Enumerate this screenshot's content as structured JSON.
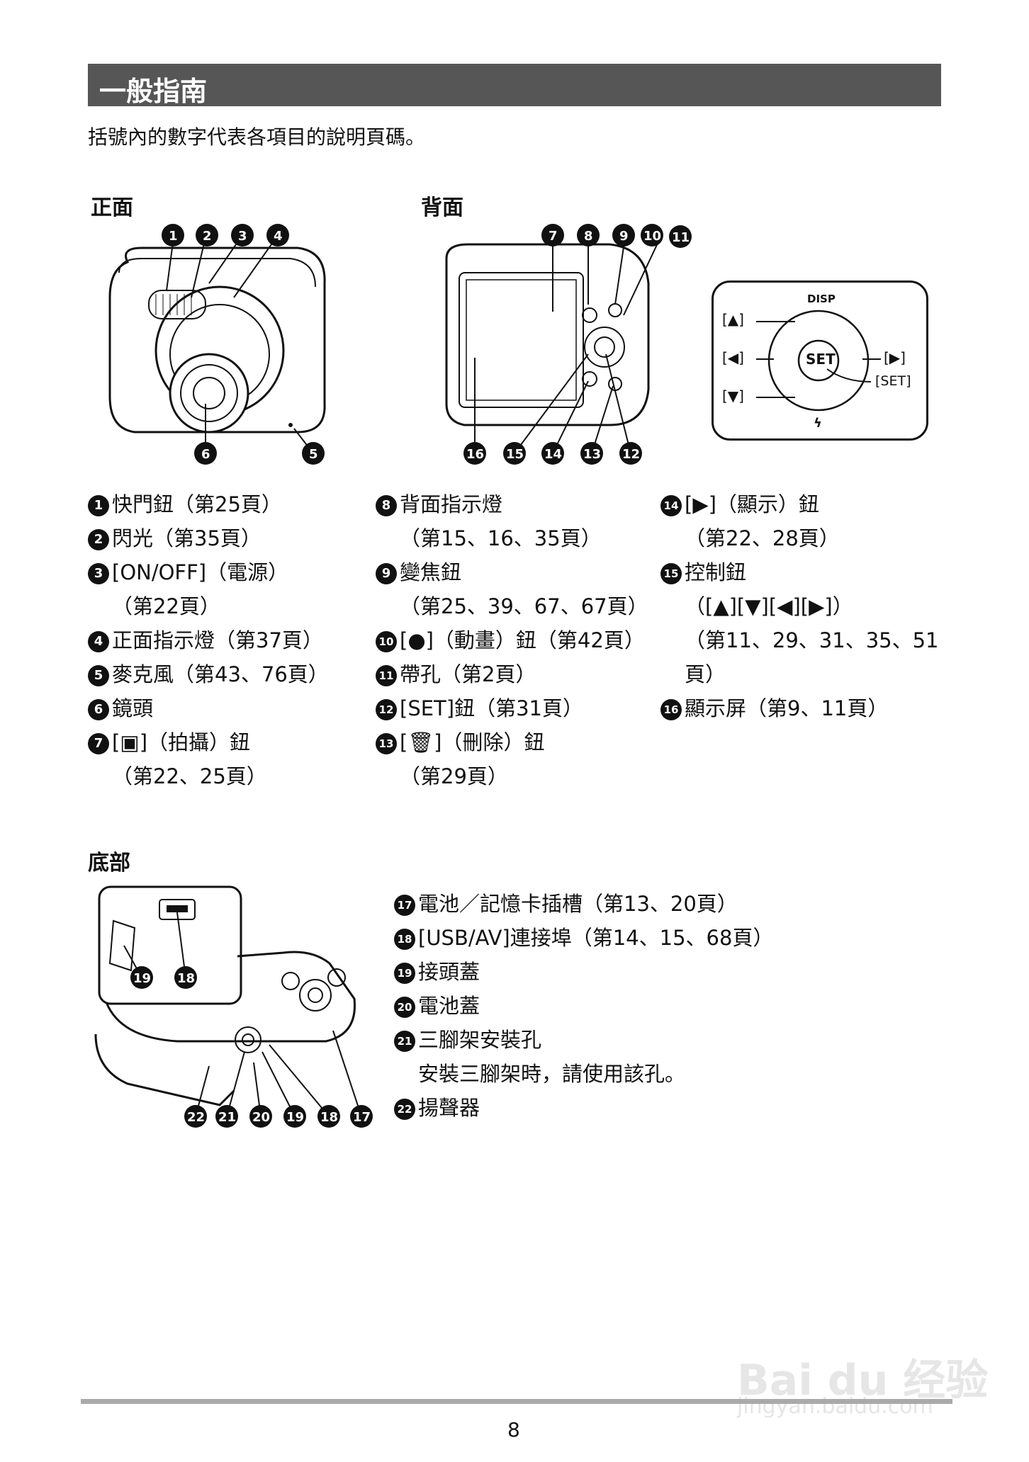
{
  "header": {
    "title": "一般指南"
  },
  "intro": "括號內的數字代表各項目的說明頁碼。",
  "sections": {
    "front": "正面",
    "back": "背面",
    "bottom": "底部"
  },
  "col1": [
    {
      "n": "1",
      "t": "快門鈕（第25頁）"
    },
    {
      "n": "2",
      "t": "閃光（第35頁）"
    },
    {
      "n": "3",
      "t": "[ON/OFF]（電源）"
    },
    {
      "n": "",
      "t": "（第22頁）"
    },
    {
      "n": "4",
      "t": "正面指示燈（第37頁）"
    },
    {
      "n": "5",
      "t": "麥克風（第43、76頁）"
    },
    {
      "n": "6",
      "t": "鏡頭"
    },
    {
      "n": "7",
      "t": "[▣]（拍攝）鈕"
    },
    {
      "n": "",
      "t": "（第22、25頁）"
    }
  ],
  "col2": [
    {
      "n": "8",
      "t": "背面指示燈"
    },
    {
      "n": "",
      "t": "（第15、16、35頁）"
    },
    {
      "n": "9",
      "t": "變焦鈕"
    },
    {
      "n": "",
      "t": "（第25、39、67、67頁）"
    },
    {
      "n": "10",
      "t": "[●]（動畫）鈕（第42頁）"
    },
    {
      "n": "11",
      "t": "帶孔（第2頁）"
    },
    {
      "n": "12",
      "t": "[SET]鈕（第31頁）"
    },
    {
      "n": "13",
      "t": "[🗑]（刪除）鈕"
    },
    {
      "n": "",
      "t": "（第29頁）"
    }
  ],
  "col3": [
    {
      "n": "14",
      "t": "[▶]（顯示）鈕"
    },
    {
      "n": "",
      "t": "（第22、28頁）"
    },
    {
      "n": "15",
      "t": "控制鈕"
    },
    {
      "n": "",
      "t": "（[▲][▼][◀][▶]）"
    },
    {
      "n": "",
      "t": "（第11、29、31、35、51"
    },
    {
      "n": "",
      "t": "頁）"
    },
    {
      "n": "16",
      "t": "顯示屏（第9、11頁）"
    }
  ],
  "bottom_list": [
    {
      "n": "17",
      "t": "電池／記憶卡插槽（第13、20頁）"
    },
    {
      "n": "18",
      "t": "[USB/AV]連接埠（第14、15、68頁）"
    },
    {
      "n": "19",
      "t": "接頭蓋"
    },
    {
      "n": "20",
      "t": "電池蓋"
    },
    {
      "n": "21",
      "t": "三腳架安裝孔"
    },
    {
      "n": "",
      "t": "安裝三腳架時，請使用該孔。"
    },
    {
      "n": "22",
      "t": "揚聲器"
    }
  ],
  "dial": {
    "disp": "DISP",
    "set": "SET",
    "up": "[▲]",
    "left": "[◀]",
    "down": "[▼]",
    "right": "[▶]",
    "set_label": "[SET]",
    "flash": "ϟ"
  },
  "page_number": "8",
  "watermark": {
    "main": "Bai du 经验",
    "sub": "jingyan.baidu.com"
  }
}
